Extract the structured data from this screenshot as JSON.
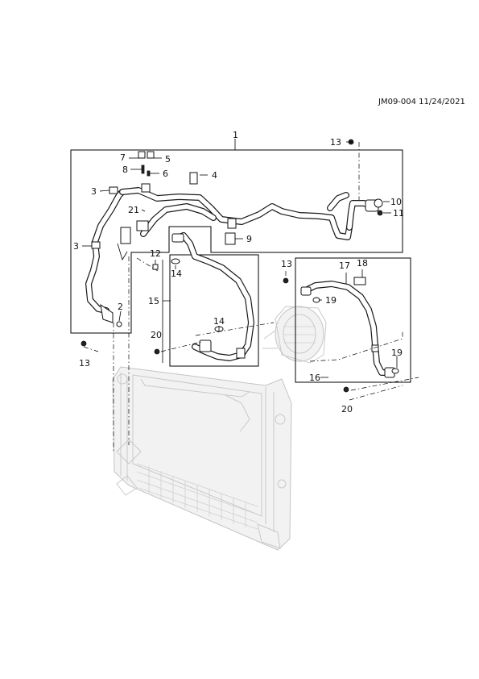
{
  "header": {
    "reference": "JM09-004 11/24/2021"
  },
  "callouts": {
    "c1": "1",
    "c2": "2",
    "c3a": "3",
    "c3b": "3",
    "c4": "4",
    "c5": "5",
    "c6": "6",
    "c7": "7",
    "c8": "8",
    "c9": "9",
    "c10": "10",
    "c11": "11",
    "c12": "12",
    "c13a": "13",
    "c13b": "13",
    "c13c": "13",
    "c14a": "14",
    "c14b": "14",
    "c15": "15",
    "c16": "16",
    "c17": "17",
    "c18": "18",
    "c19a": "19",
    "c19b": "19",
    "c20a": "20",
    "c20b": "20",
    "c21": "21"
  }
}
